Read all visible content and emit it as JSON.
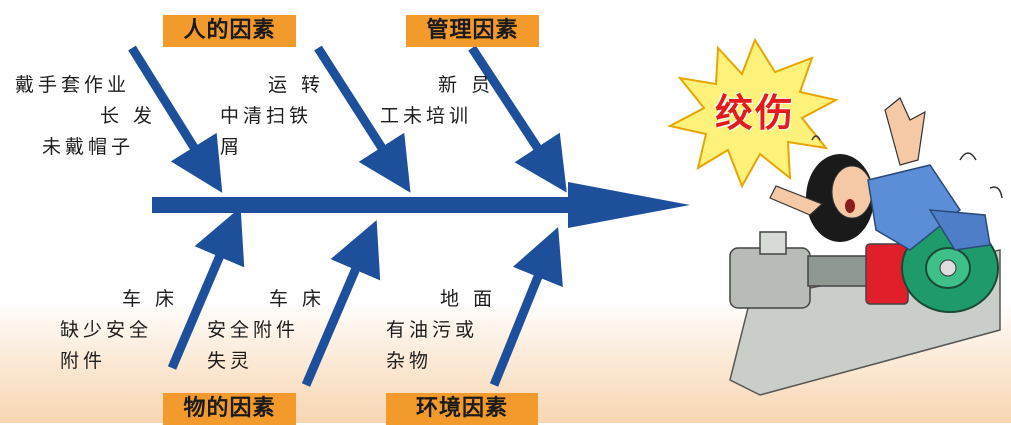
{
  "colors": {
    "arrow": "#1e4f9a",
    "label_bg": "#f39a2c",
    "burst": "#fff27a",
    "burst_text": "#e21b1b"
  },
  "categories": {
    "people": "人的因素",
    "management": "管理因素",
    "material": "物的因素",
    "environment": "环境因素"
  },
  "causes": {
    "people": [
      "戴手套作业",
      "长 发",
      "未戴帽子"
    ],
    "operation": [
      "运 转",
      "中清扫铁",
      "屑"
    ],
    "training": [
      "新 员",
      "工未培训"
    ],
    "lathe_parts": [
      "车 床",
      "缺少安全",
      "附件"
    ],
    "lathe_safety": [
      "车 床",
      "安全附件",
      "失灵"
    ],
    "ground": [
      "地 面",
      "有油污或",
      "杂物"
    ]
  },
  "result": "绞伤"
}
